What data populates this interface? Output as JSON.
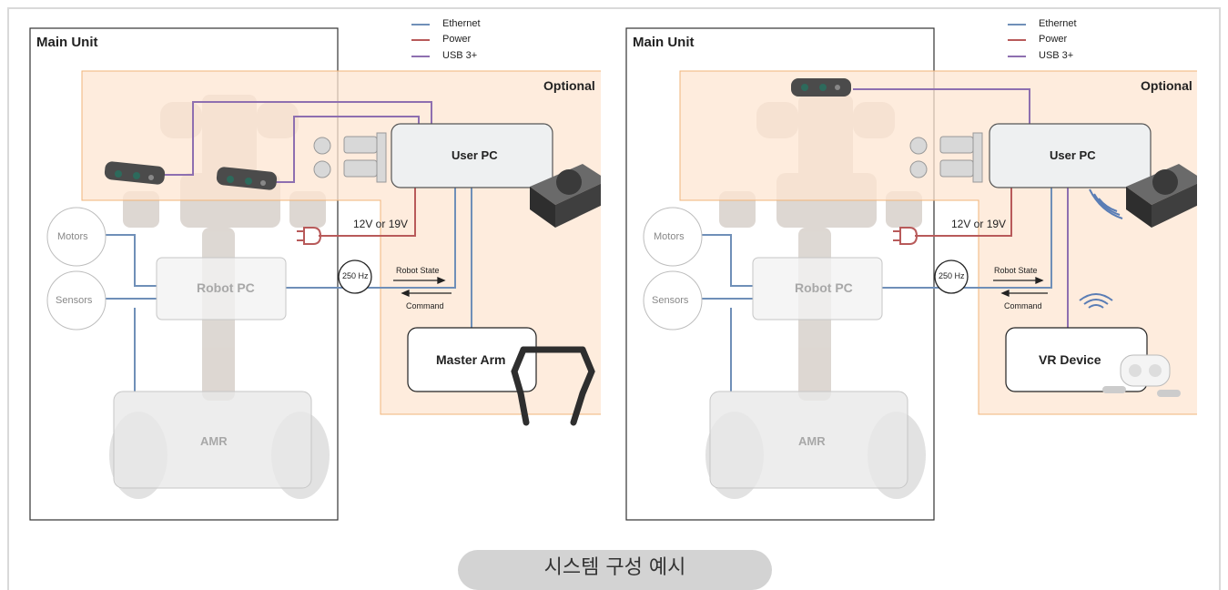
{
  "legend": {
    "items": [
      {
        "label": "Ethernet",
        "color": "#6f8fb8"
      },
      {
        "label": "Power",
        "color": "#b85a5a"
      },
      {
        "label": "USB 3+",
        "color": "#8e6fb0"
      }
    ]
  },
  "labels": {
    "main_unit": "Main Unit",
    "optional": "Optional",
    "user_pc": "User PC",
    "robot_pc": "Robot PC",
    "amr": "AMR",
    "motors": "Motors",
    "sensors": "Sensors",
    "voltage": "12V or 19V",
    "frequency": "250 Hz",
    "robot_state": "Robot State",
    "command": "Command"
  },
  "panels": [
    {
      "device": "Master Arm"
    },
    {
      "device": "VR Device"
    }
  ],
  "caption": "시스템 구성 예시",
  "colors": {
    "optional_fill": "#fde6d2",
    "optional_border": "#f0b47a",
    "ethernet": "#6f8fb8",
    "power": "#b85a5a",
    "usb": "#8e6fb0"
  }
}
